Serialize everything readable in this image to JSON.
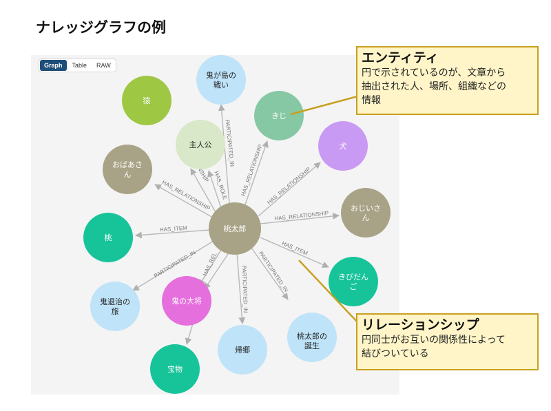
{
  "title": "ナレッジグラフの例",
  "tabs": [
    {
      "label": "Graph",
      "active": true
    },
    {
      "label": "Table",
      "active": false
    },
    {
      "label": "RAW",
      "active": false
    }
  ],
  "nodes": {
    "center": {
      "label": "桃太郎",
      "color": "#a8a386"
    },
    "oni_battle": {
      "label": "鬼が島の戦い",
      "color": "#bfe3f8"
    },
    "saru": {
      "label": "猿",
      "color": "#9ec744"
    },
    "kiji": {
      "label": "きじ",
      "color": "#86c8a4"
    },
    "inu": {
      "label": "犬",
      "color": "#c99af3"
    },
    "shujinko": {
      "label": "主人公",
      "color": "#d8e8c8"
    },
    "obaasan": {
      "label": "おばあさん",
      "color": "#a8a386"
    },
    "ojiisan": {
      "label": "おじいさん",
      "color": "#a8a386"
    },
    "momo": {
      "label": "桃",
      "color": "#17c49a"
    },
    "kibidango": {
      "label": "きびだんご",
      "color": "#17c49a"
    },
    "taiji": {
      "label": "鬼退治の旅",
      "color": "#bfe3f8"
    },
    "oni_boss": {
      "label": "鬼の大将",
      "color": "#e56fdc"
    },
    "kikyo": {
      "label": "帰郷",
      "color": "#bfe3f8"
    },
    "tanjo": {
      "label": "桃太郎の誕生",
      "color": "#bfe3f8"
    },
    "takara": {
      "label": "宝物",
      "color": "#17c49a"
    }
  },
  "edges": {
    "to_oni_battle": "PARTICIPATED_IN",
    "to_kiji": "HAS_RELATIONSHIP",
    "to_shujinko": "HAS_ROLE",
    "to_shujinko_partial": "ONSHIP",
    "to_obaasan": "HAS_RELATIONSHIP",
    "to_inu": "HAS_RELATIONSHIP",
    "to_ojiisan": "HAS_RELATIONSHIP",
    "to_momo": "HAS_ITEM",
    "to_kibidango": "HAS_ITEM",
    "to_taiji": "PARTICIPATED_IN",
    "to_oni_boss": "HAS_REL",
    "to_kikyo": "PARTICIPATED_IN",
    "to_tanjo": "PARTICIPATED_IN"
  },
  "callouts": {
    "entity": {
      "title": "エンティティ",
      "line1": "円で示されているのが、文章から",
      "line2": "抽出された人、場所、組織などの",
      "line3": "情報"
    },
    "relationship": {
      "title": "リレーションシップ",
      "line1": "円同士がお互いの関係性によって",
      "line2": "結びついている"
    }
  },
  "colors": {
    "callout_border": "#c8a020",
    "callout_fill": "#fff5c8",
    "edge": "#b8b8b8",
    "tab_active": "#1f4e79"
  }
}
